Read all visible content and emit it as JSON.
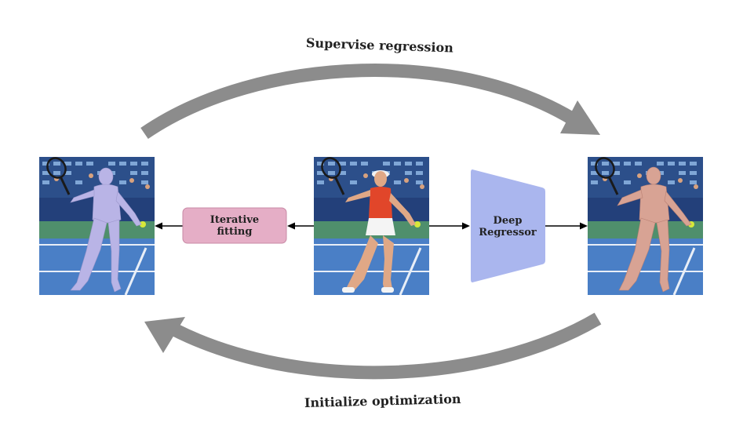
{
  "captions": {
    "top": "Supervise regression",
    "bottom": "Initialize optimization"
  },
  "boxes": {
    "iterative_fitting": {
      "line1": "Iterative",
      "line2": "fitting"
    },
    "deep_regressor": {
      "line1": "Deep",
      "line2": "Regressor"
    }
  },
  "colors": {
    "curved_arrow": "#8c8c8c",
    "fitting_box": "#e5aec6",
    "regressor_box": "#aab6ee",
    "mesh_left": "#b9b4e6",
    "mesh_right": "#d8a394",
    "shirt": "#e1462a"
  },
  "icons": [
    "curved-arrow-icon",
    "straight-arrow-icon"
  ]
}
